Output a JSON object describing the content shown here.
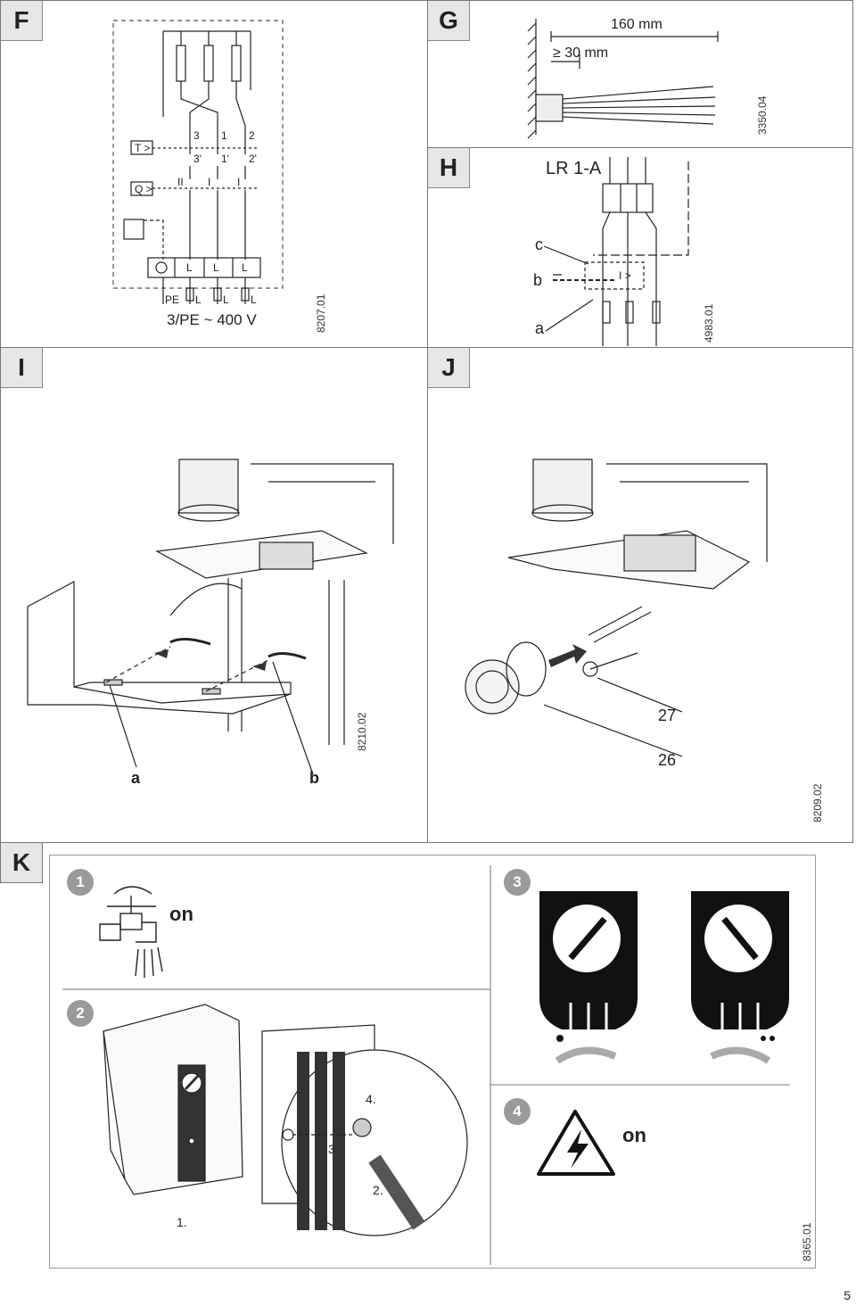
{
  "panels": {
    "F": {
      "letter": "F",
      "code": "8207.01",
      "supply": "3/PE ~ 400 V",
      "t_label": "T >",
      "q_label": "Q >",
      "terminals": [
        "L",
        "L",
        "L"
      ],
      "bottom_terms": [
        "PE",
        "L",
        "L",
        "L"
      ],
      "top_nums": [
        "3",
        "1",
        "2"
      ],
      "mid_nums": [
        "3'",
        "1'",
        "2'"
      ],
      "roman": [
        "II",
        "I",
        "I"
      ]
    },
    "G": {
      "letter": "G",
      "code": "3350.04",
      "dim_outer": "160 mm",
      "dim_inner": "≥ 30 mm"
    },
    "H": {
      "letter": "H",
      "code": "4983.01",
      "title": "LR 1-A",
      "c": "c",
      "b": "b",
      "a": "a",
      "relay": "I >"
    },
    "I": {
      "letter": "I",
      "code": "8210.02",
      "a": "a",
      "b": "b"
    },
    "J": {
      "letter": "J",
      "code": "8209.02",
      "n27": "27",
      "n26": "26"
    },
    "K": {
      "letter": "K",
      "code": "8365.01",
      "steps": [
        "1",
        "2",
        "3",
        "4"
      ],
      "on1": "on",
      "on4": "on",
      "sub": [
        "1.",
        "2.",
        "3.",
        "4."
      ]
    }
  },
  "page_number": "5"
}
